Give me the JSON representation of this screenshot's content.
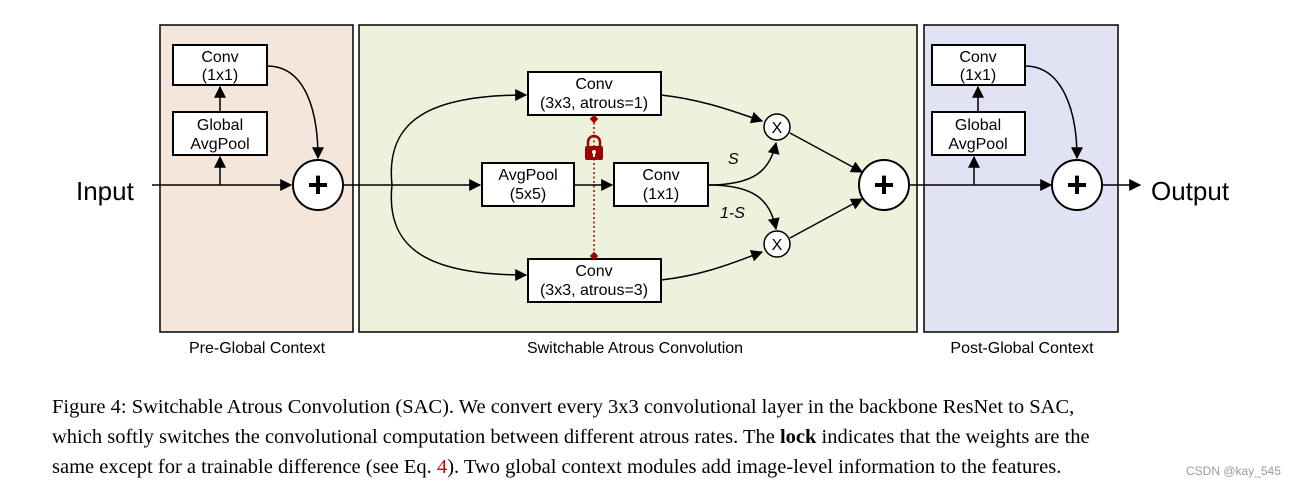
{
  "diagram": {
    "input_label": "Input",
    "output_label": "Output",
    "plus_symbol": "+",
    "times_symbol": "X",
    "sections": {
      "pre": {
        "title": "Pre-Global Context",
        "fill": "#f5e6dc"
      },
      "sac": {
        "title": "Switchable Atrous Convolution",
        "fill": "#eef2dd"
      },
      "post": {
        "title": "Post-Global Context",
        "fill": "#e2e2f5"
      }
    },
    "pre_conv": {
      "line1": "Conv",
      "line2": "(1x1)"
    },
    "pre_pool": {
      "line1": "Global",
      "line2": "AvgPool"
    },
    "sac_conv_top": {
      "line1": "Conv",
      "line2": "(3x3, atrous=1)"
    },
    "sac_avgpool": {
      "line1": "AvgPool",
      "line2": "(5x5)"
    },
    "sac_conv_mid": {
      "line1": "Conv",
      "line2": "(1x1)"
    },
    "sac_conv_bottom": {
      "line1": "Conv",
      "line2": "(3x3, atrous=3)"
    },
    "switch_s": "S",
    "switch_1s": "1-S",
    "post_conv": {
      "line1": "Conv",
      "line2": "(1x1)"
    },
    "post_pool": {
      "line1": "Global",
      "line2": "AvgPool"
    },
    "lock_color": "#a00000",
    "lock_icon": "lock-icon"
  },
  "caption": {
    "part1": "Figure 4: Switchable Atrous Convolution (SAC). We convert every 3x3 convolutional layer in the backbone ResNet to SAC,",
    "part2": "which softly switches the convolutional computation between different atrous rates. The ",
    "bold": "lock",
    "part3": " indicates that the weights are the",
    "part4": "same except for a trainable difference (see Eq. ",
    "eq_ref": "4",
    "part5": "). Two global context modules add image-level information to the features."
  },
  "watermark": "CSDN @kay_545"
}
